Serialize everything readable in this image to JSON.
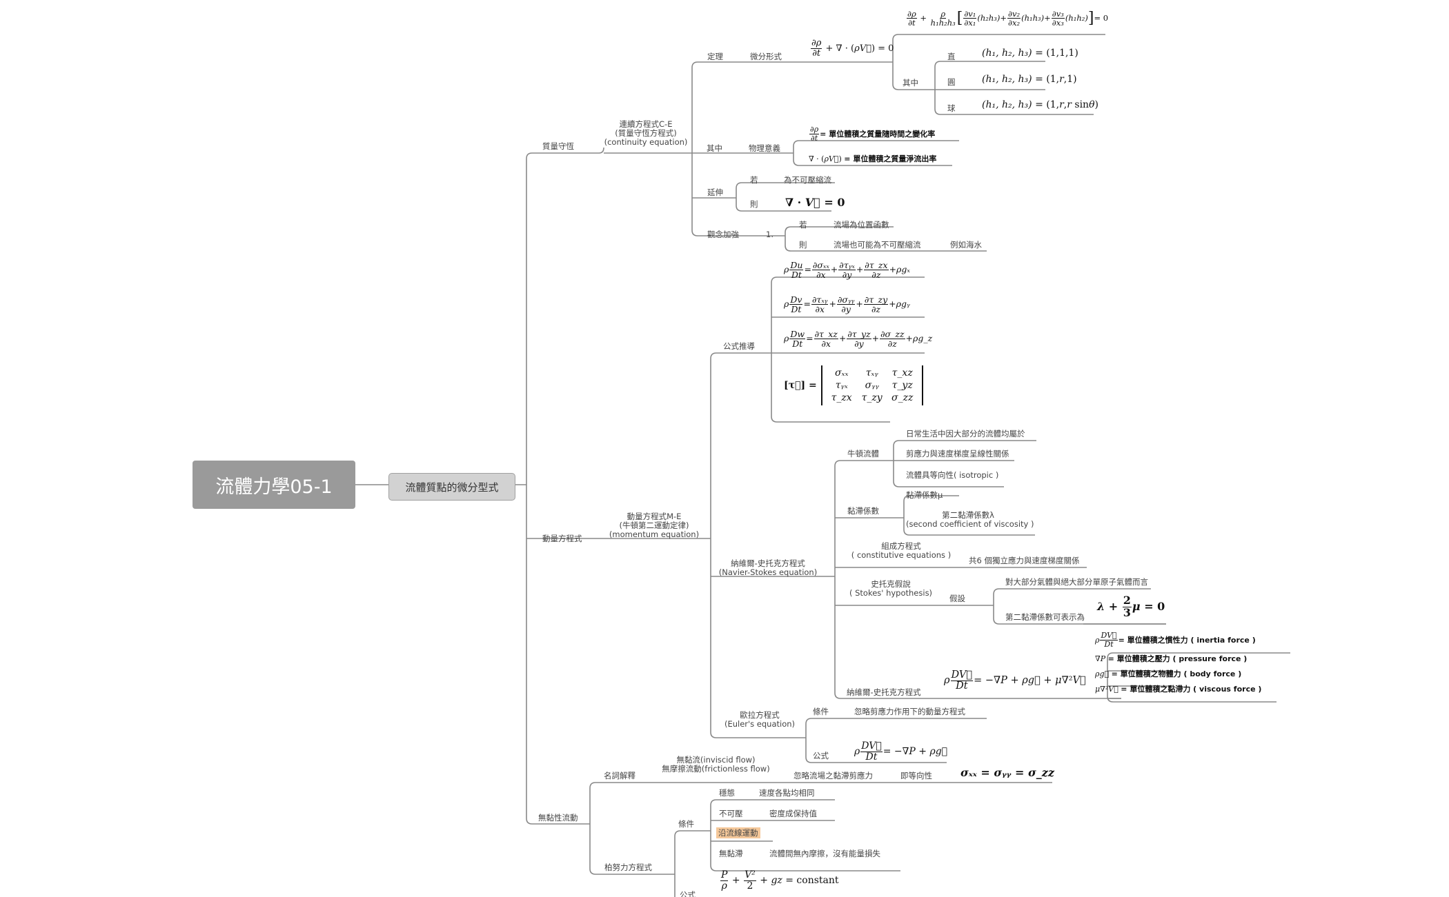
{
  "root": "流體力學05-1",
  "main": "流體質點的微分型式",
  "mass": {
    "label": "質量守恆",
    "ce": [
      "連續方程式C-E",
      "(質量守恆方程式)",
      "(continuity equation)"
    ],
    "law": "定理",
    "diff_form": "微分形式",
    "qizhong": "其中",
    "rect": "直",
    "cyl": "圓",
    "sph": "球",
    "phys_label": "物理意義",
    "phys1": "= 單位體積之質量隨時間之變化率",
    "phys2": "= 單位體積之質量淨流出率",
    "ext": "延伸",
    "ruo": "若",
    "incomp": "為不可壓縮流",
    "ze": "則",
    "concept": "觀念加強",
    "one": "1.",
    "pos_func": "流場為位置函數",
    "may_incomp": "流場也可能為不可壓縮流",
    "example": "例如海水"
  },
  "mom": {
    "label": "動量方程式",
    "me": [
      "動量方程式M-E",
      "(牛頓第二運動定律)",
      "(momentum equation)"
    ],
    "derive": "公式推導",
    "ns": [
      "納維爾-史托克方程式",
      "(Navier-Stokes equation)"
    ],
    "newton": "牛頓流體",
    "newton_items": [
      "日常生活中因大部分的流體均屬於",
      "剪應力與速度梯度呈線性關係",
      "流體具等向性( isotropic )"
    ],
    "visc": "黏滯係數",
    "visc1": "黏滯係數μ",
    "visc2": [
      "第二黏滯係數λ",
      "(second coefficient of viscosity )"
    ],
    "const": [
      "組成方程式",
      "( constitutive equations )"
    ],
    "const_desc": "共6 個獨立應力與速度梯度關係",
    "stokes": [
      "史托克假說",
      "( Stokes' hypothesis)"
    ],
    "assume": "假設",
    "stokes1": "對大部分氣體與絕大部分單原子氣體而言",
    "stokes2": "第二黏滯係數可表示為",
    "ns_eq_label": "納維爾-史托克方程式",
    "terms": [
      "= 單位體積之慣性力 ( inertia force )",
      "= 單位體積之壓力 ( pressure force )",
      "= 單位體積之物體力 ( body force )",
      "= 單位體積之黏滯力 ( viscous force )"
    ],
    "euler": [
      "歐拉方程式",
      "(Euler's equation)"
    ],
    "cond": "條件",
    "cond_desc": "忽略剪應力作用下的動量方程式",
    "formula": "公式"
  },
  "invisc": {
    "label": "無黏性流動",
    "noun": "名詞解釋",
    "flow": [
      "無黏流(inviscid flow)",
      "無摩擦流動(frictionless flow)"
    ],
    "ignore": "忽略流場之黏滯剪應力",
    "iso": "即等向性",
    "bern": "柏努力方程式",
    "cond": "條件",
    "steady": "穩態",
    "steady_d": "速度各點均相同",
    "incomp": "不可壓",
    "incomp_d": "密度成保持值",
    "streamline": "沿流線運動",
    "noviscous": "無黏滯",
    "noviscous_d": "流體間無內摩擦，沒有能量損失",
    "formula": "公式",
    "bern_const": "constant"
  },
  "colors": {
    "line": "#888888",
    "root_bg": "#9a9a9a",
    "main_bg": "#d2d2d2",
    "highlight": "#f5c89a"
  }
}
